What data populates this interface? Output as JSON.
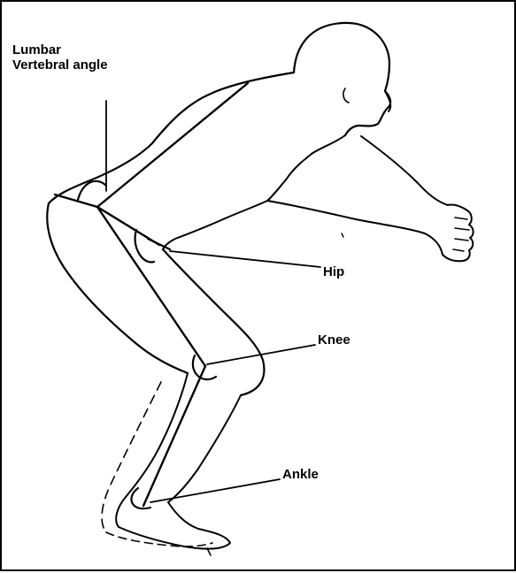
{
  "labels": {
    "lumbar_line1": "Lumbar",
    "lumbar_line2": "Vertebral angle",
    "hip": "Hip",
    "knee": "Knee",
    "ankle": "Ankle"
  },
  "colors": {
    "line": "#000000",
    "background": "#ffffff"
  }
}
